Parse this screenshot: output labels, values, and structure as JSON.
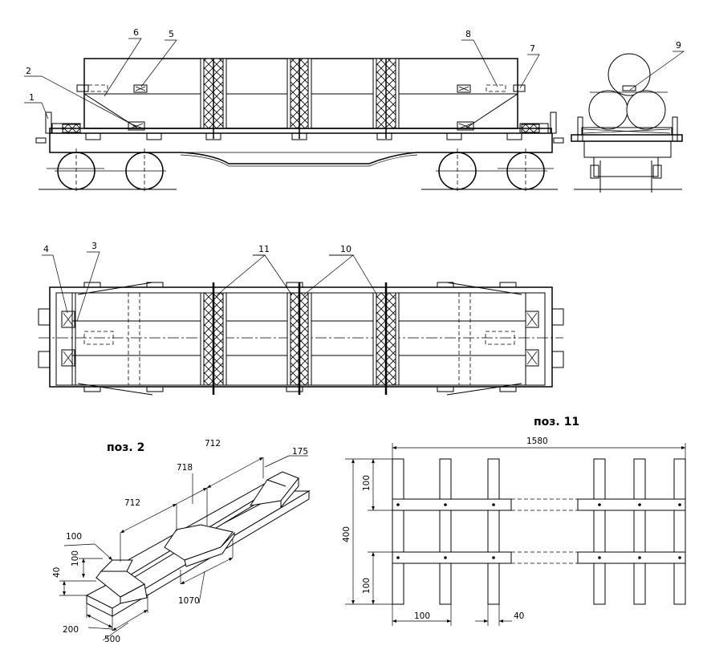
{
  "callouts": {
    "c1": "1",
    "c2": "2",
    "c3": "3",
    "c4": "4",
    "c5": "5",
    "c6": "6",
    "c7": "7",
    "c8": "8",
    "c9": "9",
    "c10": "10",
    "c11": "11"
  },
  "detail_pos2": {
    "title": "поз. 2",
    "dims": {
      "d712_top": "712",
      "d718": "718",
      "d712_left": "712",
      "d175": "175",
      "d100_top": "100",
      "d100_side": "100",
      "d40": "40",
      "d1070": "1070",
      "d200": "200",
      "d500": "500"
    }
  },
  "detail_pos11": {
    "title": "поз. 11",
    "dims": {
      "d1580": "1580",
      "d100_upper": "100",
      "d400": "400",
      "d100_lower": "100",
      "d100_bottom": "100",
      "d40": "40"
    }
  }
}
